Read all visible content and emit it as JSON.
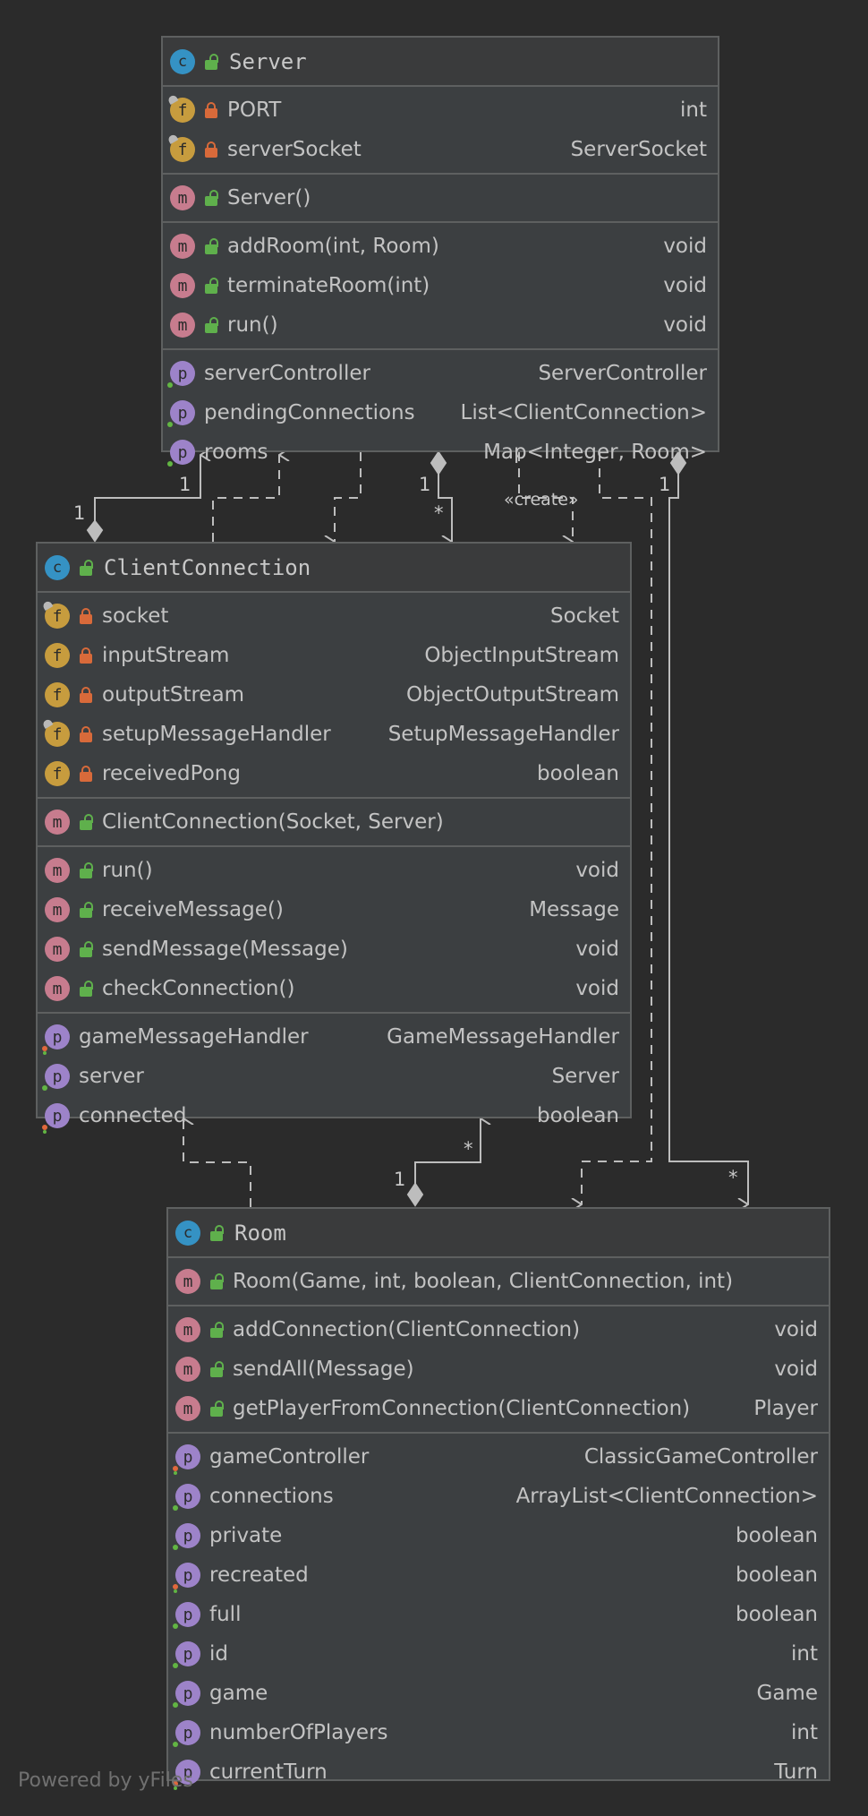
{
  "footer": "Powered by yFiles",
  "server": {
    "name": "Server",
    "fields": [
      {
        "name": "PORT",
        "type": "int"
      },
      {
        "name": "serverSocket",
        "type": "ServerSocket"
      }
    ],
    "constructors": [
      {
        "name": "Server()",
        "type": ""
      }
    ],
    "methods": [
      {
        "name": "addRoom(int, Room)",
        "type": "void"
      },
      {
        "name": "terminateRoom(int)",
        "type": "void"
      },
      {
        "name": "run()",
        "type": "void"
      }
    ],
    "properties": [
      {
        "name": "serverController",
        "type": "ServerController"
      },
      {
        "name": "pendingConnections",
        "type": "List<ClientConnection>"
      },
      {
        "name": "rooms",
        "type": "Map<Integer, Room>"
      }
    ]
  },
  "client": {
    "name": "ClientConnection",
    "fields": [
      {
        "name": "socket",
        "type": "Socket"
      },
      {
        "name": "inputStream",
        "type": "ObjectInputStream"
      },
      {
        "name": "outputStream",
        "type": "ObjectOutputStream"
      },
      {
        "name": "setupMessageHandler",
        "type": "SetupMessageHandler"
      },
      {
        "name": "receivedPong",
        "type": "boolean"
      }
    ],
    "constructors": [
      {
        "name": "ClientConnection(Socket, Server)",
        "type": ""
      }
    ],
    "methods": [
      {
        "name": "run()",
        "type": "void"
      },
      {
        "name": "receiveMessage()",
        "type": "Message"
      },
      {
        "name": "sendMessage(Message)",
        "type": "void"
      },
      {
        "name": "checkConnection()",
        "type": "void"
      }
    ],
    "properties": [
      {
        "name": "gameMessageHandler",
        "type": "GameMessageHandler"
      },
      {
        "name": "server",
        "type": "Server"
      },
      {
        "name": "connected",
        "type": "boolean"
      }
    ]
  },
  "room": {
    "name": "Room",
    "constructors": [
      {
        "name": "Room(Game, int, boolean, ClientConnection, int)",
        "type": ""
      }
    ],
    "methods": [
      {
        "name": "addConnection(ClientConnection)",
        "type": "void"
      },
      {
        "name": "sendAll(Message)",
        "type": "void"
      },
      {
        "name": "getPlayerFromConnection(ClientConnection)",
        "type": "Player"
      }
    ],
    "properties": [
      {
        "name": "gameController",
        "type": "ClassicGameController"
      },
      {
        "name": "connections",
        "type": "ArrayList<ClientConnection>"
      },
      {
        "name": "private",
        "type": "boolean"
      },
      {
        "name": "recreated",
        "type": "boolean"
      },
      {
        "name": "full",
        "type": "boolean"
      },
      {
        "name": "id",
        "type": "int"
      },
      {
        "name": "game",
        "type": "Game"
      },
      {
        "name": "numberOfPlayers",
        "type": "int"
      },
      {
        "name": "currentTurn",
        "type": "Turn"
      }
    ]
  },
  "edges": {
    "server_client_m1": "1",
    "server_client_m2": "1",
    "server_client2_m1": "1",
    "server_client2_m2": "*",
    "create_label": "«create»",
    "server_room_m1": "1",
    "server_room_m2": "*",
    "room_client_m1": "1",
    "room_client_m2": "*"
  }
}
